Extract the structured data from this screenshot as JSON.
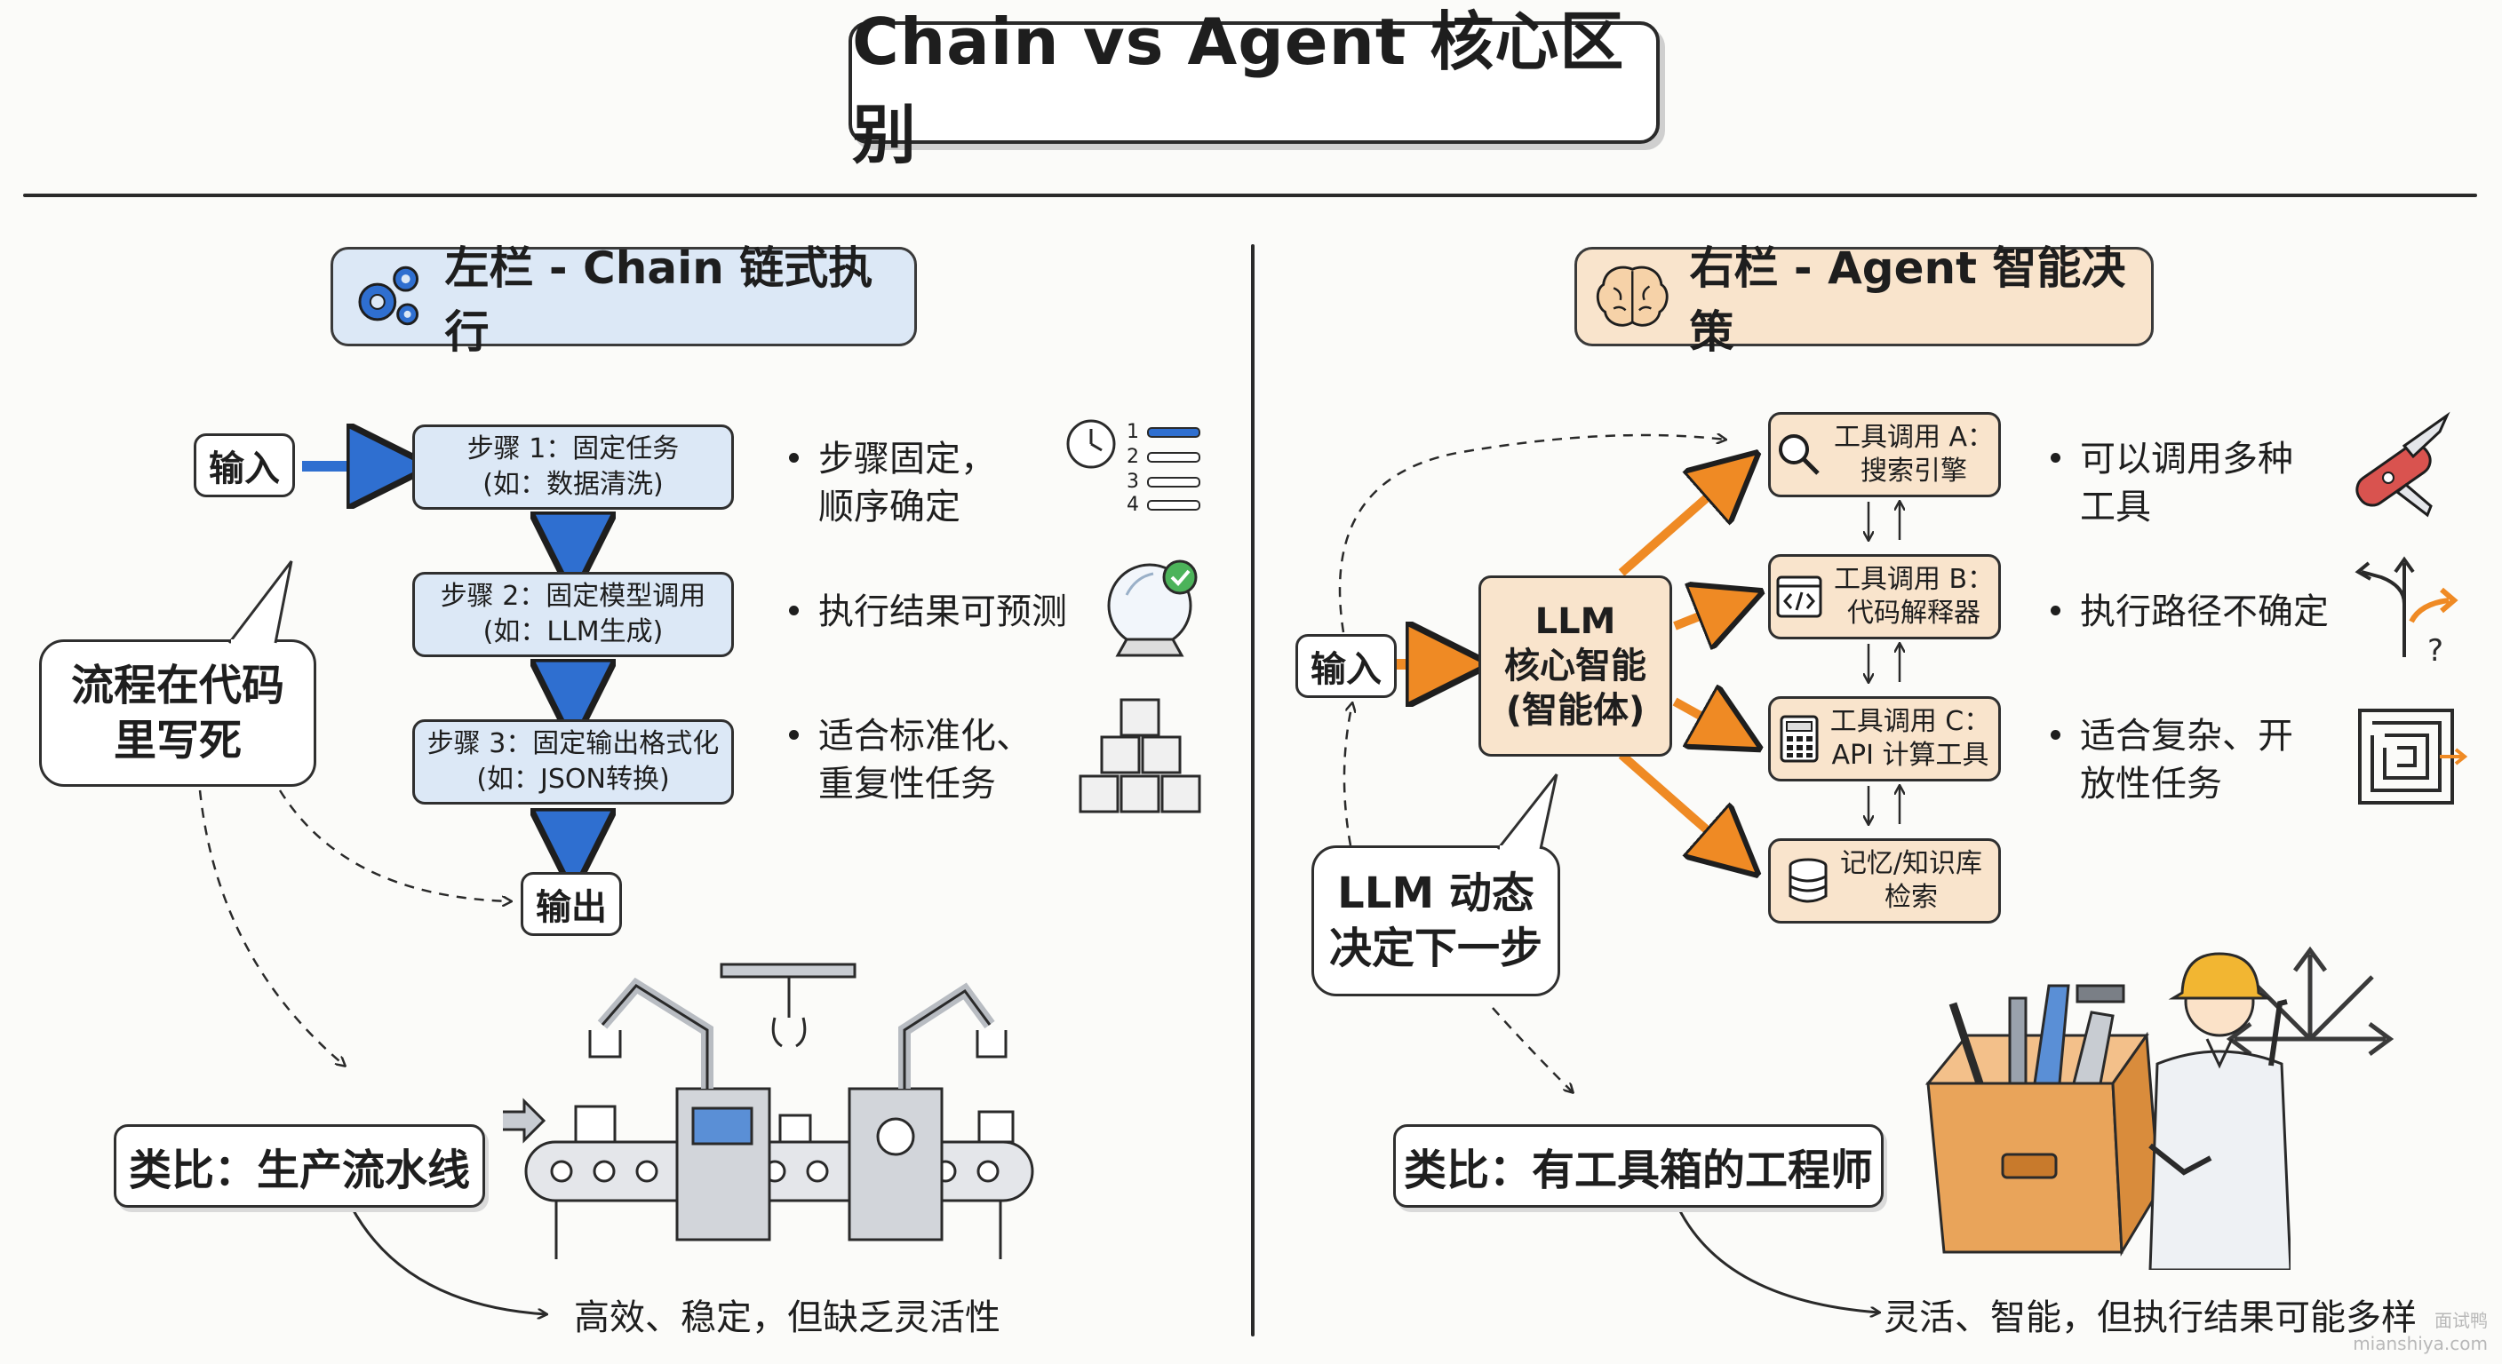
{
  "title": "Chain vs Agent 核心区别",
  "left": {
    "header": "左栏 - Chain 链式执行",
    "input": "输入",
    "output": "输出",
    "steps": [
      {
        "line1": "步骤 1：固定任务",
        "line2": "(如：数据清洗)"
      },
      {
        "line1": "步骤 2：固定模型调用",
        "line2": "(如：LLM生成)"
      },
      {
        "line1": "步骤 3：固定输出格式化",
        "line2": "(如：JSON转换)"
      }
    ],
    "bullets": [
      {
        "line1": "步骤固定，",
        "line2": "顺序确定"
      },
      {
        "line1": "执行结果可预测",
        "line2": ""
      },
      {
        "line1": "适合标准化、",
        "line2": "重复性任务"
      }
    ],
    "list_icon_numbers": [
      "1",
      "2",
      "3",
      "4"
    ],
    "bubble": {
      "line1": "流程在代码",
      "line2": "里写死"
    },
    "analogy": "类比：生产流水线",
    "conclusion": "高效、稳定，但缺乏灵活性"
  },
  "right": {
    "header": "右栏 - Agent 智能决策",
    "input": "输入",
    "llm": {
      "line1": "LLM",
      "line2": "核心智能",
      "line3": "(智能体)"
    },
    "tools": [
      {
        "line1": "工具调用 A：",
        "line2": "搜索引擎",
        "icon": "magnifier-icon"
      },
      {
        "line1": "工具调用 B：",
        "line2": "代码解释器",
        "icon": "code-icon"
      },
      {
        "line1": "工具调用 C：",
        "line2": "API 计算工具",
        "icon": "calculator-icon"
      },
      {
        "line1": "记忆/知识库",
        "line2": "检索",
        "icon": "database-icon"
      }
    ],
    "bullets": [
      {
        "line1": "可以调用多种",
        "line2": "工具"
      },
      {
        "line1": "执行路径不确定",
        "line2": ""
      },
      {
        "line1": "适合复杂、开",
        "line2": "放性任务"
      }
    ],
    "bubble": {
      "line1": "LLM 动态",
      "line2": "决定下一步"
    },
    "analogy": "类比：有工具箱的工程师",
    "conclusion": "灵活、智能，但执行结果可能多样"
  },
  "watermark": {
    "line1": "面试鸭",
    "line2": "mianshiya.com"
  },
  "colors": {
    "chain_blue": "#2f6fd0",
    "chain_fill": "#dce8f6",
    "agent_orange": "#ef8a24",
    "agent_fill": "#f9e4cc",
    "ink": "#1e1e1e"
  }
}
